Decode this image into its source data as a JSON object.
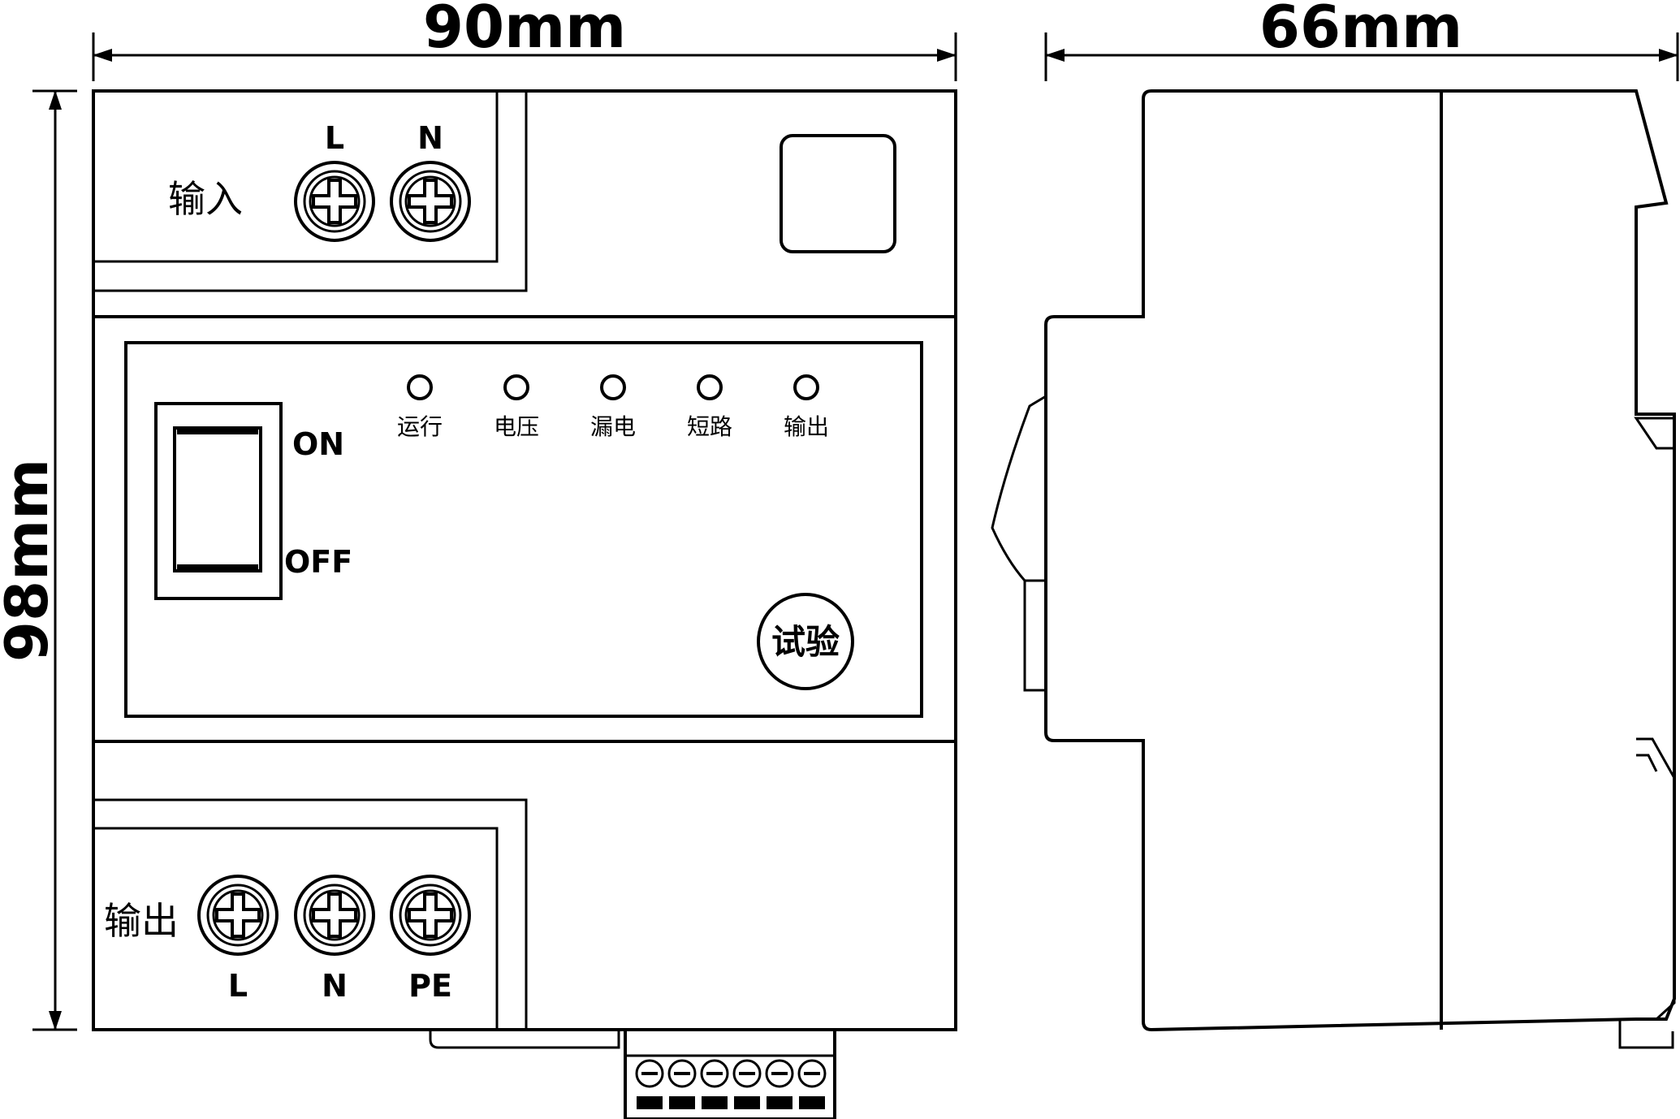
{
  "dimensions": {
    "front_width": "90mm",
    "side_width": "66mm",
    "height": "98mm"
  },
  "input_block": {
    "label": "输入",
    "terminals": [
      "L",
      "N"
    ]
  },
  "output_block": {
    "label": "输出",
    "terminals": [
      "L",
      "N",
      "PE"
    ]
  },
  "switch": {
    "on_label": "ON",
    "off_label": "OFF"
  },
  "indicators": [
    "运行",
    "电压",
    "漏电",
    "短路",
    "输出"
  ],
  "test_button": {
    "label": "试验"
  },
  "bottom_connector": {
    "screw_count": 6
  }
}
